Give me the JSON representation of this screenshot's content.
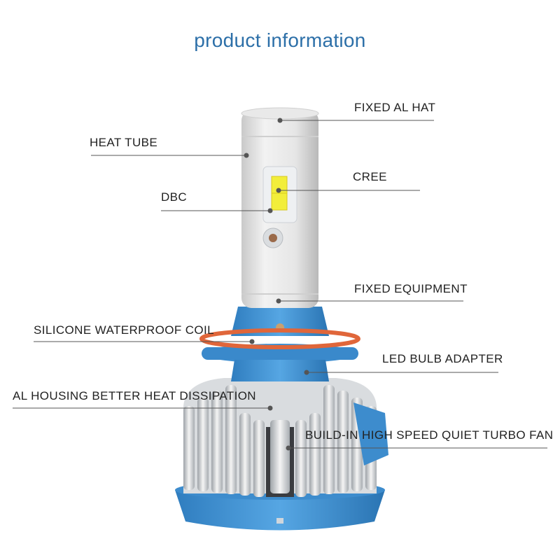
{
  "title": "product information",
  "labels": {
    "fixed_al_hat": "FIXED AL HAT",
    "heat_tube": "HEAT TUBE",
    "cree": "CREE",
    "dbc": "DBC",
    "fixed_equipment": "FIXED EQUIPMENT",
    "silicone_coil": "SILICONE WATERPROOF COIL",
    "led_bulb_adapter": "LED BULB ADAPTER",
    "al_housing": "AL HOUSING BETTER HEAT DISSIPATION",
    "turbo_fan": "BUILD-IN HIGH SPEED QUIET TURBO FAN"
  },
  "colors": {
    "title": "#2c6fa8",
    "adapter_blue": "#3f8fd0",
    "coil_orange": "#e0663a",
    "led_yellow": "#f2ee3a"
  }
}
